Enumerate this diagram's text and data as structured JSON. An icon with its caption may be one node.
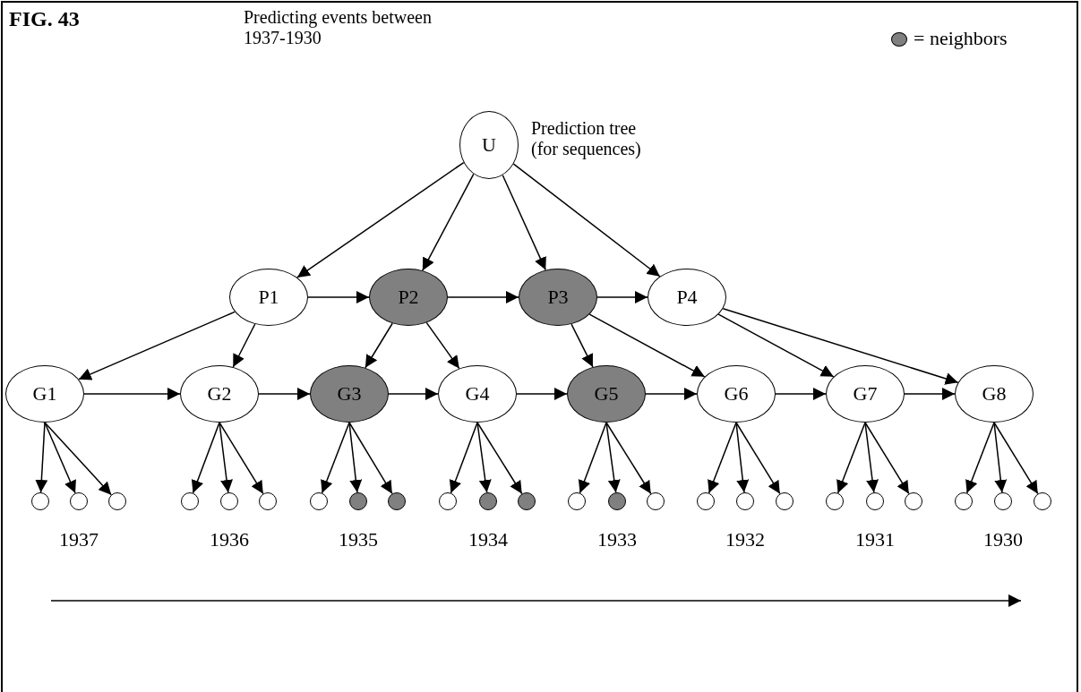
{
  "diagram": {
    "title": "Predicting events between 1937-1930",
    "nodes": [
      {
        "text": [
          "U"
        ],
        "beside": [
          "Prediction tree (for sequences)"
        ]
      },
      {
        "text": [
          "P1"
        ]
      },
      {
        "text": [
          "P2"
        ]
      },
      {
        "text": [
          "P3"
        ]
      },
      {
        "text": [
          "P4"
        ]
      },
      {
        "text": [
          "G1"
        ]
      },
      {
        "text": [
          "G2"
        ]
      },
      {
        "text": [
          "G3"
        ]
      },
      {
        "text": [
          "G4"
        ]
      },
      {
        "text": [
          "G5"
        ]
      },
      {
        "text": [
          "G6"
        ]
      },
      {
        "text": [
          "G7"
        ]
      },
      {
        "text": [
          "G8"
        ]
      },
      {
        "text": [],
        "shape": "circle"
      },
      {
        "text": [],
        "shape": "circle"
      },
      {
        "text": [],
        "shape": "circle"
      },
      {
        "text": [],
        "shape": "circle"
      },
      {
        "text": [],
        "shape": "circle"
      },
      {
        "text": [],
        "shape": "circle"
      },
      {
        "text": [],
        "shape": "circle"
      },
      {
        "text": [],
        "shape": "circle"
      },
      {
        "text": [],
        "shape": "circle"
      },
      {
        "text": [],
        "shape": "circle"
      },
      {
        "text": [],
        "shape": "circle"
      },
      {
        "text": [],
        "shape": "circle"
      },
      {
        "text": [],
        "shape": "circle"
      },
      {
        "text": [],
        "shape": "circle"
      },
      {
        "text": [],
        "shape": "circle"
      },
      {
        "text": [],
        "shape": "circle"
      },
      {
        "text": [],
        "shape": "circle"
      },
      {
        "text": [],
        "shape": "circle"
      },
      {
        "text": [],
        "shape": "circle"
      },
      {
        "text": [],
        "shape": "circle"
      },
      {
        "text": [],
        "shape": "circle"
      },
      {
        "text": [],
        "shape": "circle"
      },
      {
        "text": [],
        "shape": "circle"
      },
      {
        "text": [],
        "shape": "circle"
      }
    ],
    "edges": [
      {
        "from": 0,
        "to": 1,
        "arrow": "to"
      },
      {
        "from": 0,
        "to": 2,
        "arrow": "to"
      },
      {
        "from": 0,
        "to": 3,
        "arrow": "to"
      },
      {
        "from": 0,
        "to": 4,
        "arrow": "to"
      },
      {
        "from": 1,
        "to": 2,
        "arrow": "to"
      },
      {
        "from": 2,
        "to": 3,
        "arrow": "to"
      },
      {
        "from": 3,
        "to": 4,
        "arrow": "to"
      },
      {
        "from": 1,
        "to": 5,
        "arrow": "to"
      },
      {
        "from": 1,
        "to": 6,
        "arrow": "to"
      },
      {
        "from": 2,
        "to": 7,
        "arrow": "to"
      },
      {
        "from": 2,
        "to": 8,
        "arrow": "to"
      },
      {
        "from": 3,
        "to": 9,
        "arrow": "to"
      },
      {
        "from": 3,
        "to": 10,
        "arrow": "to"
      },
      {
        "from": 4,
        "to": 11,
        "arrow": "to"
      },
      {
        "from": 4,
        "to": 12,
        "arrow": "to"
      },
      {
        "from": 5,
        "to": 6,
        "arrow": "to"
      },
      {
        "from": 6,
        "to": 7,
        "arrow": "to"
      },
      {
        "from": 7,
        "to": 8,
        "arrow": "to"
      },
      {
        "from": 8,
        "to": 9,
        "arrow": "to"
      },
      {
        "from": 9,
        "to": 10,
        "arrow": "to"
      },
      {
        "from": 10,
        "to": 11,
        "arrow": "to"
      },
      {
        "from": 11,
        "to": 12,
        "arrow": "to"
      },
      {
        "from": 5,
        "to": 13,
        "arrow": "to"
      },
      {
        "from": 5,
        "to": 14,
        "arrow": "to"
      },
      {
        "from": 5,
        "to": 15,
        "arrow": "to"
      },
      {
        "from": 6,
        "to": 16,
        "arrow": "to"
      },
      {
        "from": 6,
        "to": 17,
        "arrow": "to"
      },
      {
        "from": 6,
        "to": 18,
        "arrow": "to"
      },
      {
        "from": 7,
        "to": 19,
        "arrow": "to"
      },
      {
        "from": 7,
        "to": 20,
        "arrow": "to"
      },
      {
        "from": 7,
        "to": 21,
        "arrow": "to"
      },
      {
        "from": 8,
        "to": 22,
        "arrow": "to"
      },
      {
        "from": 8,
        "to": 23,
        "arrow": "to"
      },
      {
        "from": 8,
        "to": 24,
        "arrow": "to"
      },
      {
        "from": 9,
        "to": 25,
        "arrow": "to"
      },
      {
        "from": 9,
        "to": 26,
        "arrow": "to"
      },
      {
        "from": 9,
        "to": 27,
        "arrow": "to"
      },
      {
        "from": 10,
        "to": 28,
        "arrow": "to"
      },
      {
        "from": 10,
        "to": 29,
        "arrow": "to"
      },
      {
        "from": 10,
        "to": 30,
        "arrow": "to"
      },
      {
        "from": 11,
        "to": 31,
        "arrow": "to"
      },
      {
        "from": 11,
        "to": 32,
        "arrow": "to"
      },
      {
        "from": 11,
        "to": 33,
        "arrow": "to"
      },
      {
        "from": 12,
        "to": 34,
        "arrow": "to"
      },
      {
        "from": 12,
        "to": 35,
        "arrow": "to"
      },
      {
        "from": 12,
        "to": 36,
        "arrow": "to"
      }
    ],
    "labels": [
      "FIG. 43",
      "1937",
      "1936",
      "1935",
      "1934",
      "1933",
      "1932",
      "1931",
      "1930"
    ],
    "legend": [
      {
        "text": "= neighbors",
        "color": "#808080"
      }
    ]
  }
}
